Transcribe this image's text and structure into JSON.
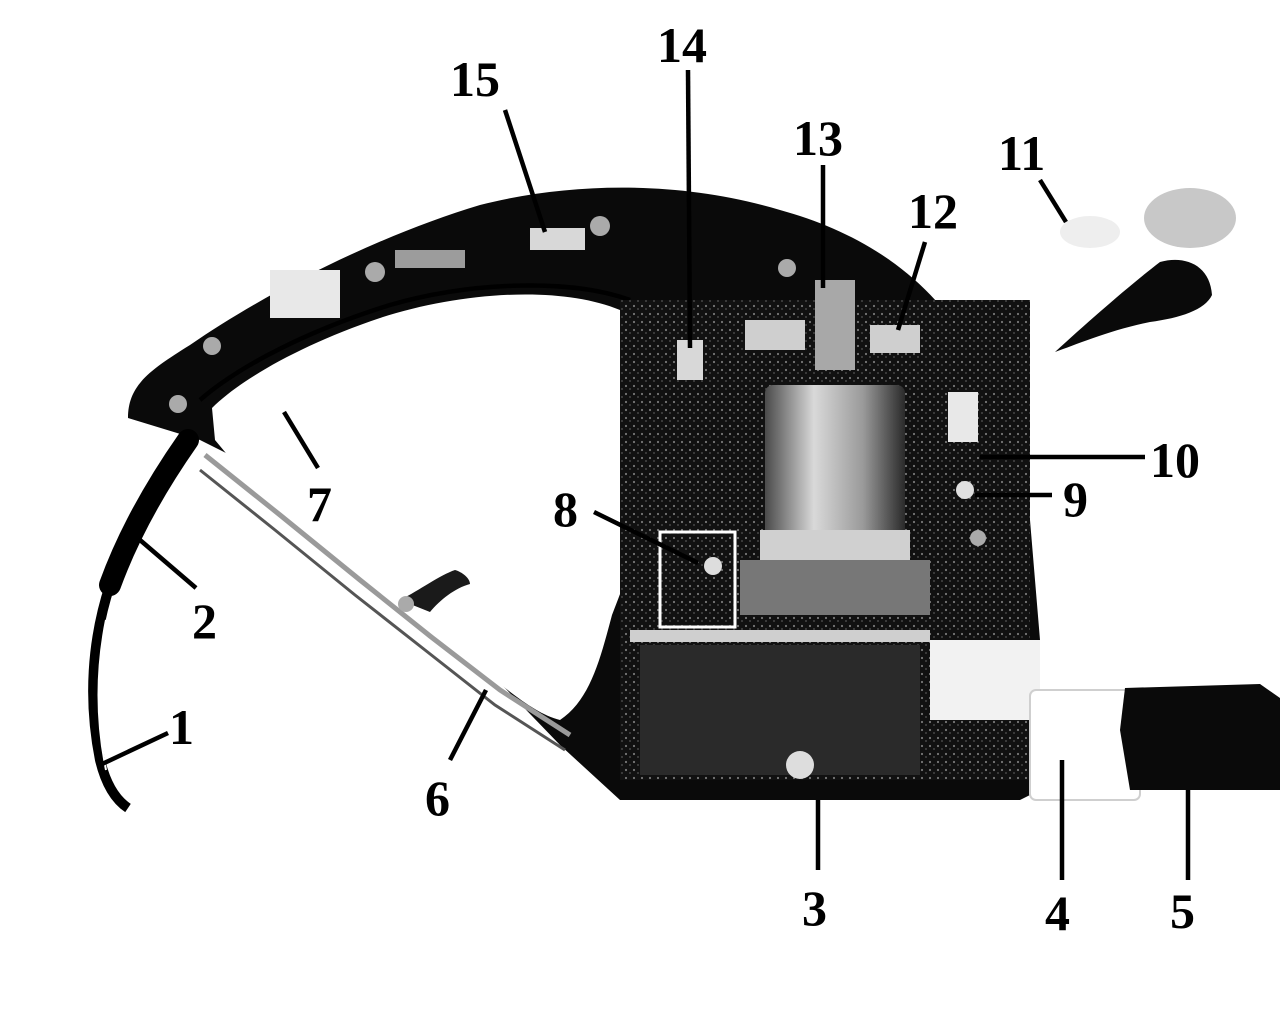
{
  "labels": {
    "l1": "1",
    "l2": "2",
    "l3": "3",
    "l4": "4",
    "l5": "5",
    "l6": "6",
    "l7": "7",
    "l8": "8",
    "l9": "9",
    "l10": "10",
    "l11": "11",
    "l12": "12",
    "l13": "13",
    "l14": "14",
    "l15": "15"
  },
  "colors": {
    "ink": "#000000",
    "paper": "#ffffff",
    "metal": "#8c8c8c"
  }
}
